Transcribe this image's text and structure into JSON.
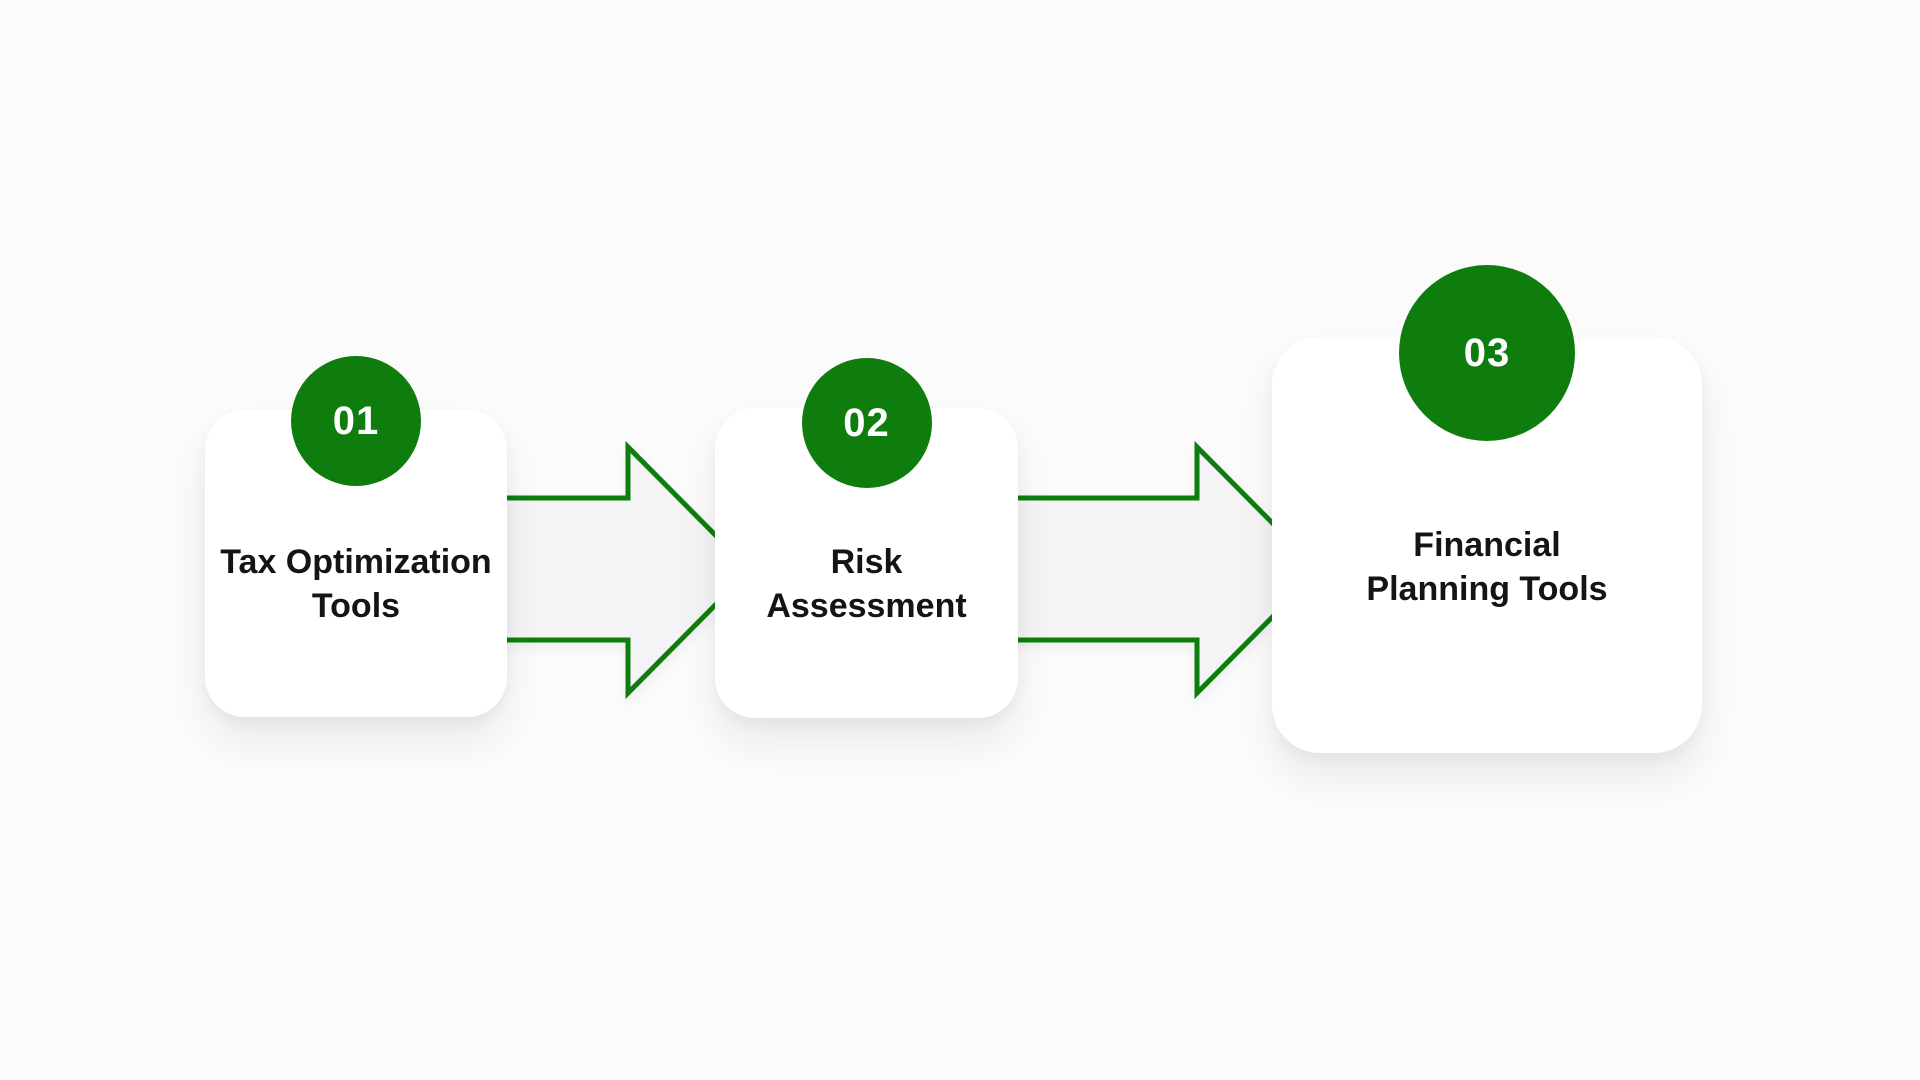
{
  "diagram": {
    "type": "process-flow",
    "direction": "left-to-right",
    "accent_color": "#0e7d0e",
    "arrow_fill": "#f4f4f6",
    "card_color": "#ffffff",
    "text_color": "#141414",
    "number_text_color": "#ffffff",
    "steps": [
      {
        "number": "01",
        "label": "Tax Optimization Tools",
        "label_lines": [
          "Tax Optimization",
          "Tools"
        ]
      },
      {
        "number": "02",
        "label": "Risk Assessment",
        "label_lines": [
          "Risk",
          "Assessment"
        ]
      },
      {
        "number": "03",
        "label": "Financial Planning Tools",
        "label_lines": [
          "Financial",
          "Planning Tools"
        ]
      }
    ],
    "connectors": [
      {
        "from": "01",
        "to": "02",
        "shape": "block-arrow-right"
      },
      {
        "from": "02",
        "to": "03",
        "shape": "block-arrow-right"
      }
    ]
  }
}
